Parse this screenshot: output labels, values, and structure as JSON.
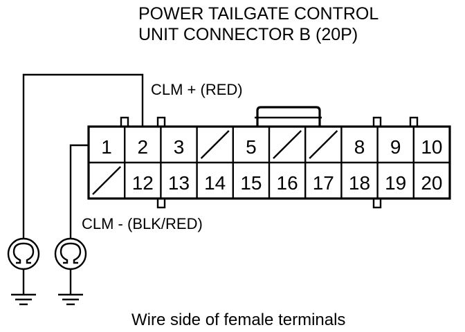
{
  "title": {
    "line1": "POWER TAILGATE CONTROL",
    "line2": "UNIT CONNECTOR B (20P)"
  },
  "labels": {
    "clm_plus": "CLM +  (RED)",
    "clm_minus": "CLM -  (BLK/RED)"
  },
  "caption": "Wire side of female terminals",
  "connector": {
    "top_row": [
      "1",
      "2",
      "3",
      "",
      "5",
      "",
      "",
      "8",
      "9",
      "10"
    ],
    "bottom_row": [
      "",
      "12",
      "13",
      "14",
      "15",
      "16",
      "17",
      "18",
      "19",
      "20"
    ]
  },
  "meter_icon": "ohm-symbol",
  "colors": {
    "line": "#000000",
    "background": "#ffffff"
  }
}
